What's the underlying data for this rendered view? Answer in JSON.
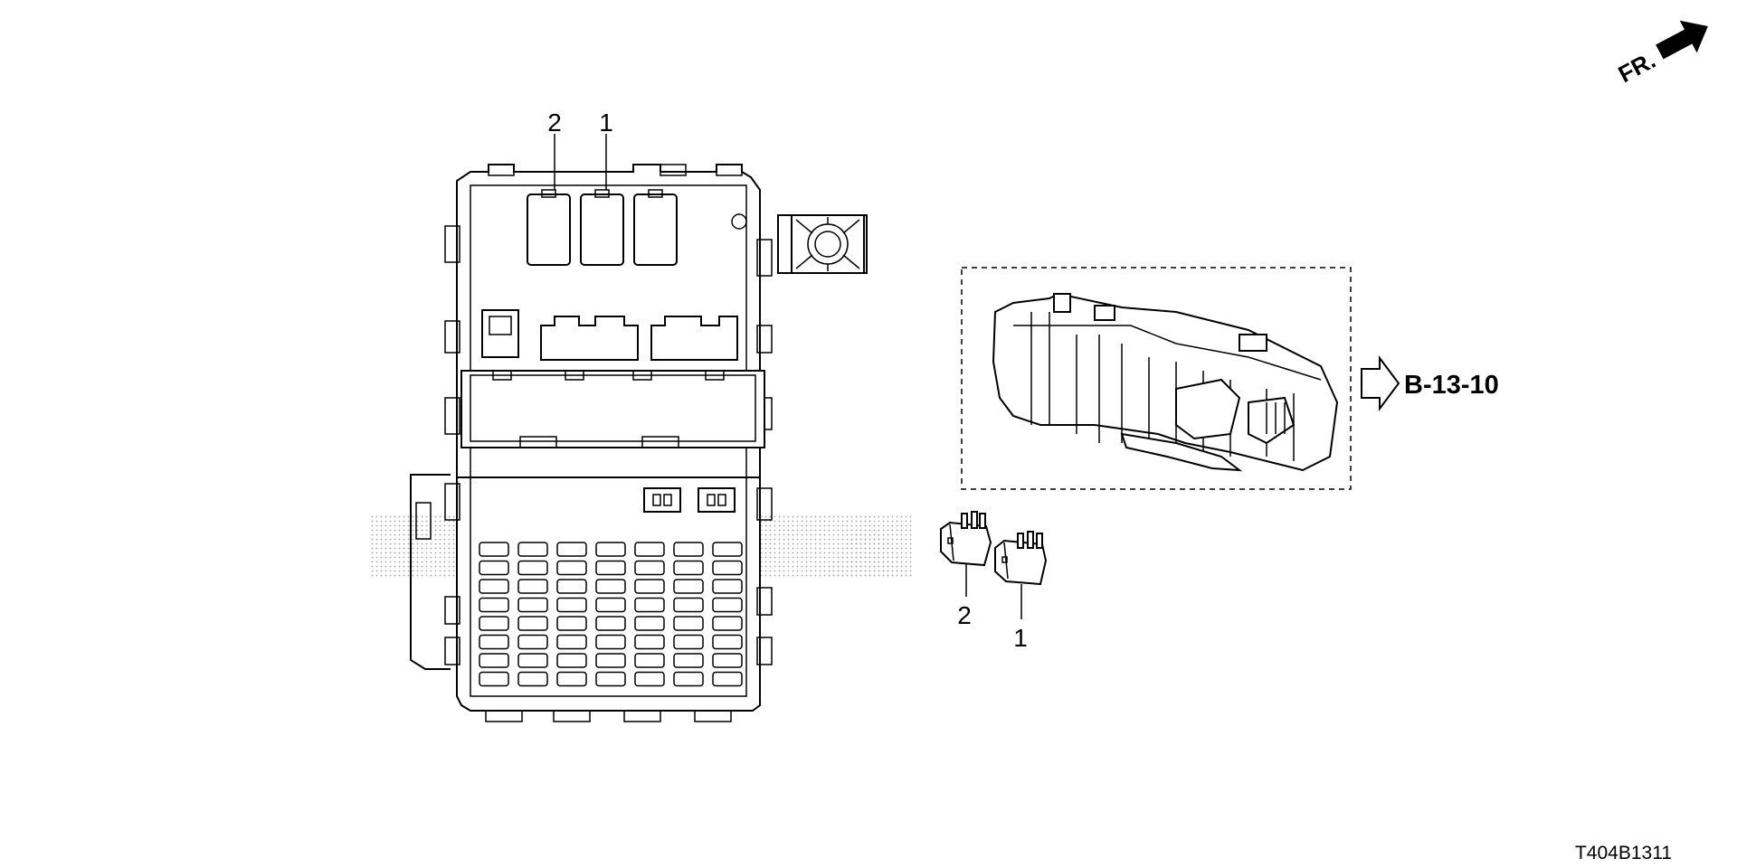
{
  "direction_indicator": {
    "label": "FR."
  },
  "callouts": {
    "fuse_box_relay_2": "2",
    "fuse_box_relay_1": "1",
    "loose_relay_2": "2",
    "loose_relay_1": "1"
  },
  "reference": {
    "label": "B-13-10"
  },
  "drawing_code": "T404B1311",
  "colors": {
    "line": "#000000",
    "background": "#ffffff",
    "watermark": "#9a9a9a"
  }
}
